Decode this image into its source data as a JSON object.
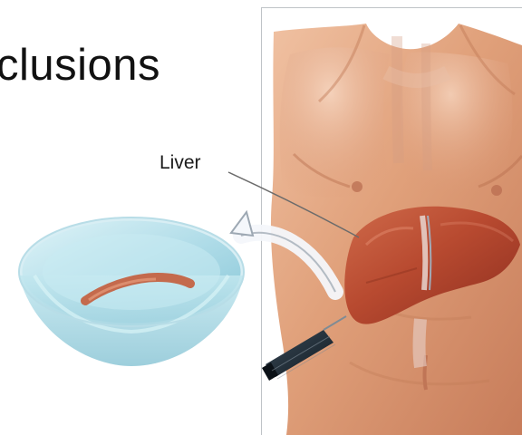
{
  "slide": {
    "title_fragment": "clusions",
    "liver_label": "Liver"
  },
  "figure": {
    "subject": "surgical-illustration",
    "icons": [
      "torso-illustration-icon",
      "liver-icon",
      "petri-dish-icon",
      "syringe-icon",
      "transfer-arrow-icon",
      "leader-line-icon"
    ]
  },
  "colors": {
    "skin": "#e0a07a",
    "liver": "#b84a30",
    "dish": "#a9d9e6",
    "frame": "#bfc3c7"
  }
}
